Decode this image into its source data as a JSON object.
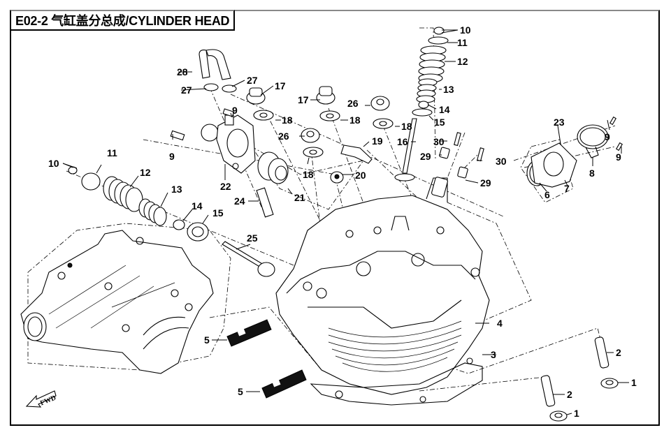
{
  "title": {
    "code": "E02-2",
    "chinese": "气缸盖分总成",
    "english": "CYLINDER HEAD",
    "full": "E02-2 气缸盖分总成/CYLINDER HEAD"
  },
  "orientation_marker": {
    "text": "FWD",
    "icon": "forward-arrow-icon"
  },
  "callouts": [
    {
      "id": "c1a",
      "number": "1",
      "part": "cap-washer"
    },
    {
      "id": "c1b",
      "number": "1",
      "part": "cap-washer"
    },
    {
      "id": "c2a",
      "number": "2",
      "part": "dowel-stud"
    },
    {
      "id": "c2b",
      "number": "2",
      "part": "dowel-stud"
    },
    {
      "id": "c3",
      "number": "3",
      "part": "cylinder-head-gasket"
    },
    {
      "id": "c4",
      "number": "4",
      "part": "cylinder-head"
    },
    {
      "id": "c5a",
      "number": "5",
      "part": "stud-bolt"
    },
    {
      "id": "c5b",
      "number": "5",
      "part": "stud-bolt"
    },
    {
      "id": "c6",
      "number": "6",
      "part": "o-ring"
    },
    {
      "id": "c7",
      "number": "7",
      "part": "intake-pipe-flange"
    },
    {
      "id": "c8",
      "number": "8",
      "part": "hose-clamp"
    },
    {
      "id": "c9a",
      "number": "9",
      "part": "bolt"
    },
    {
      "id": "c9b",
      "number": "9",
      "part": "bolt"
    },
    {
      "id": "c9c",
      "number": "9",
      "part": "bolt"
    },
    {
      "id": "c9d",
      "number": "9",
      "part": "bolt"
    },
    {
      "id": "c10a",
      "number": "10",
      "part": "valve-cotter"
    },
    {
      "id": "c10b",
      "number": "10",
      "part": "valve-cotter"
    },
    {
      "id": "c11a",
      "number": "11",
      "part": "valve-spring-retainer"
    },
    {
      "id": "c11b",
      "number": "11",
      "part": "valve-spring-retainer"
    },
    {
      "id": "c12a",
      "number": "12",
      "part": "outer-valve-spring"
    },
    {
      "id": "c12b",
      "number": "12",
      "part": "outer-valve-spring"
    },
    {
      "id": "c13a",
      "number": "13",
      "part": "inner-valve-spring"
    },
    {
      "id": "c13b",
      "number": "13",
      "part": "inner-valve-spring"
    },
    {
      "id": "c14a",
      "number": "14",
      "part": "valve-stem-seal"
    },
    {
      "id": "c14b",
      "number": "14",
      "part": "valve-stem-seal"
    },
    {
      "id": "c15a",
      "number": "15",
      "part": "valve-spring-seat"
    },
    {
      "id": "c15b",
      "number": "15",
      "part": "valve-spring-seat"
    },
    {
      "id": "c16",
      "number": "16",
      "part": "intake-valve"
    },
    {
      "id": "c17a",
      "number": "17",
      "part": "cap-nut"
    },
    {
      "id": "c17b",
      "number": "17",
      "part": "cap-nut"
    },
    {
      "id": "c18a",
      "number": "18",
      "part": "washer"
    },
    {
      "id": "c18b",
      "number": "18",
      "part": "washer"
    },
    {
      "id": "c18c",
      "number": "18",
      "part": "washer"
    },
    {
      "id": "c18d",
      "number": "18",
      "part": "washer"
    },
    {
      "id": "c19",
      "number": "19",
      "part": "temperature-sensor"
    },
    {
      "id": "c20",
      "number": "20",
      "part": "nut"
    },
    {
      "id": "c21",
      "number": "21",
      "part": "thermostat"
    },
    {
      "id": "c22",
      "number": "22",
      "part": "thermostat-cover"
    },
    {
      "id": "c23",
      "number": "23",
      "part": "intake-pipe"
    },
    {
      "id": "c24",
      "number": "24",
      "part": "spark-plug"
    },
    {
      "id": "c25",
      "number": "25",
      "part": "exhaust-valve"
    },
    {
      "id": "c26a",
      "number": "26",
      "part": "flange-nut"
    },
    {
      "id": "c26b",
      "number": "26",
      "part": "flange-nut"
    },
    {
      "id": "c27a",
      "number": "27",
      "part": "hose-clip"
    },
    {
      "id": "c27b",
      "number": "27",
      "part": "hose-clip"
    },
    {
      "id": "c28",
      "number": "28",
      "part": "water-hose"
    },
    {
      "id": "c29a",
      "number": "29",
      "part": "valve-guide"
    },
    {
      "id": "c29b",
      "number": "29",
      "part": "valve-guide"
    },
    {
      "id": "c30a",
      "number": "30",
      "part": "valve-guide-pin"
    },
    {
      "id": "c30b",
      "number": "30",
      "part": "valve-guide-pin"
    }
  ]
}
